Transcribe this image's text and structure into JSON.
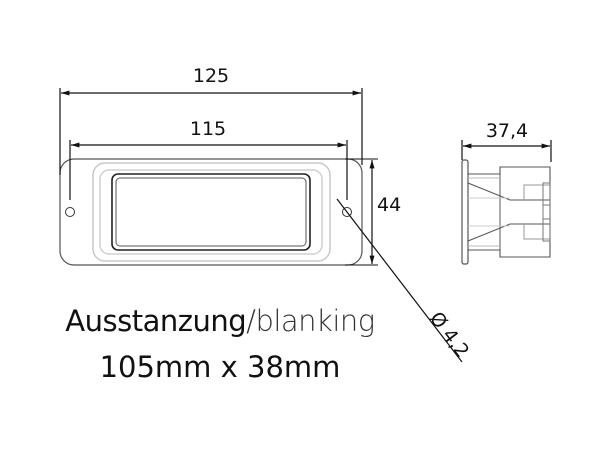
{
  "drawing": {
    "front_view": {
      "overall_width_label": "125",
      "hole_spacing_label": "115",
      "height_label": "44",
      "hole_diameter_label": "Ø 4,2"
    },
    "side_view": {
      "depth_label": "37,4"
    },
    "caption": {
      "title_bold": "Ausstanzung",
      "separator": "/",
      "title_light": "blanking",
      "cutout_size": "105mm x 38mm"
    },
    "colors": {
      "line": "#111111",
      "outline": "#555555",
      "light_outline": "#bbbbbb",
      "background": "#ffffff"
    }
  }
}
